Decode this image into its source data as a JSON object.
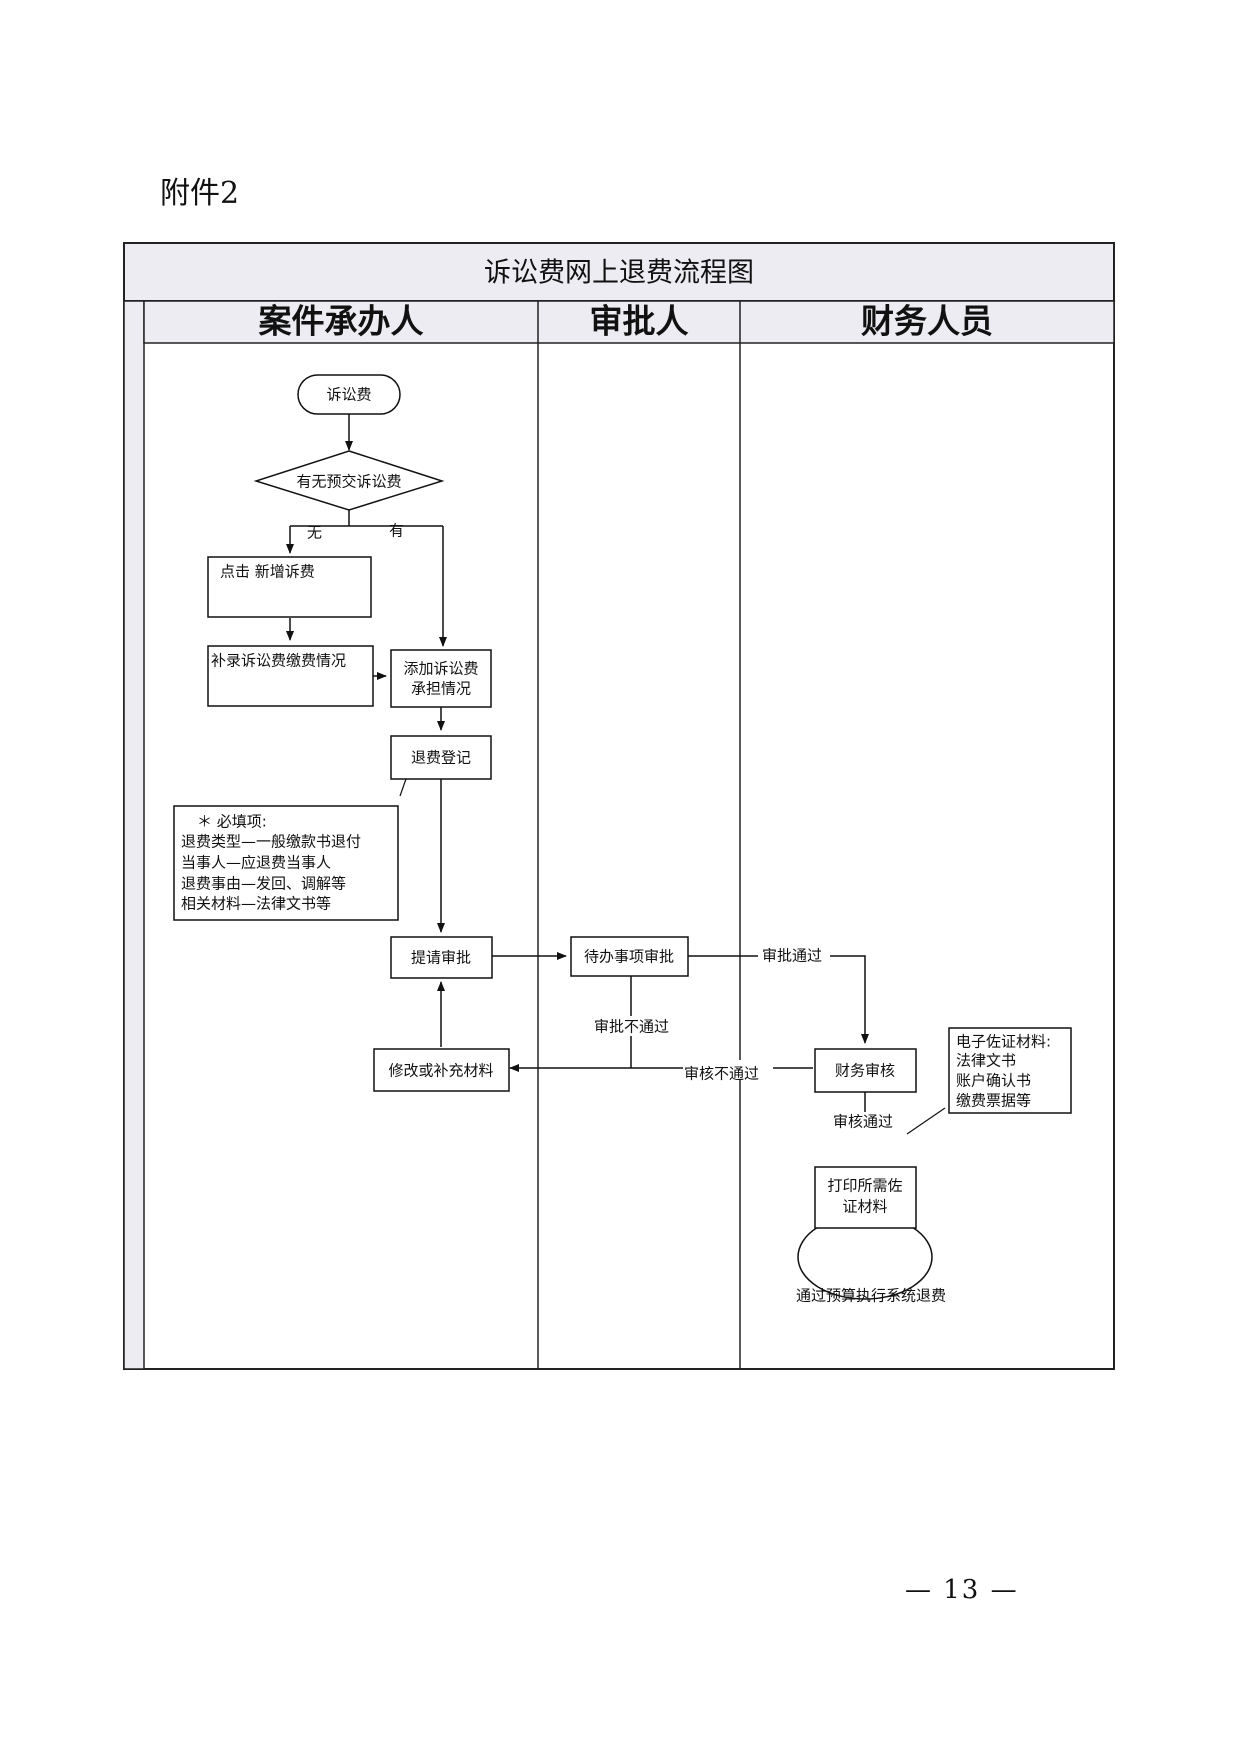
{
  "attachment_label": "附件2",
  "page_number": "— 13 —",
  "diagram": {
    "title": "诉讼费网上退费流程图",
    "lanes": [
      "案件承办人",
      "审批人",
      "财务人员"
    ],
    "nodes": {
      "start": "诉讼费",
      "decision": "有无预交诉讼费",
      "click_new": "点击 新增诉费",
      "supplement_line1": "补录诉讼费缴费情况",
      "add_line1": "添加诉讼费",
      "add_line2": "承担情况",
      "refund_register": "退费登记",
      "request_approval": "提请审批",
      "pending_approval": "待办事项审批",
      "modify_materials": "修改或补充材料",
      "finance_review": "财务审核",
      "print_line1": "打印所需佐",
      "print_line2": "证材料",
      "end_label": "通过预算执行系统退费"
    },
    "notes": {
      "required": [
        "＊ 必填项:",
        "退费类型—一般缴款书退付",
        "当事人—应退费当事人",
        "退费事由—发回、调解等",
        "相关材料—法律文书等"
      ],
      "evidence": [
        "电子佐证材料:",
        "法律文书",
        "账户确认书",
        "缴费票据等"
      ]
    },
    "edge_labels": {
      "no": "无",
      "yes": "有",
      "approved": "审批通过",
      "not_approved": "审批不通过",
      "review_rejected": "审核不通过",
      "review_passed": "审核通过"
    }
  }
}
